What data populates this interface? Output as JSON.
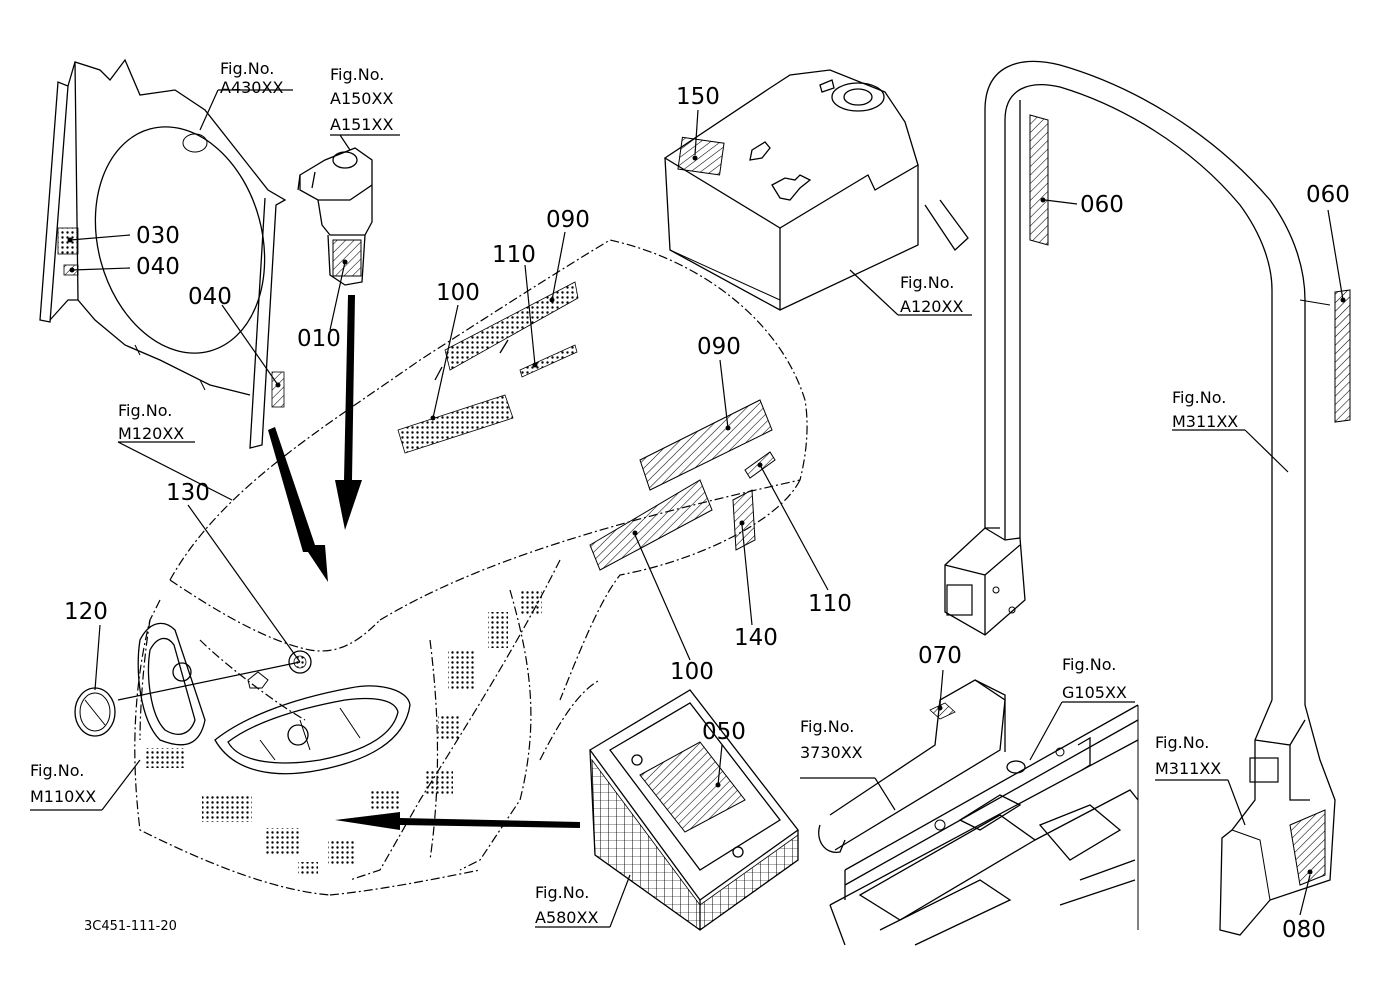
{
  "drawing_code": "3C451-111-20",
  "fig_prefix": "Fig.No.",
  "fig_refs": {
    "radiator": "A430XX",
    "fuel_filter_1": "A150XX",
    "fuel_filter_2": "A151XX",
    "fuel_tank": "A120XX",
    "hood": "M120XX",
    "front_grille": "M110XX",
    "rops_upper": "M311XX",
    "rops_lower": "M311XX",
    "floor_plate": "3730XX",
    "frame": "G105XX",
    "battery": "A580XX"
  },
  "part_numbers": {
    "p010": "010",
    "p030": "030",
    "p040a": "040",
    "p040b": "040",
    "p050": "050",
    "p060a": "060",
    "p060b": "060",
    "p070": "070",
    "p080": "080",
    "p090a": "090",
    "p090b": "090",
    "p100a": "100",
    "p100b": "100",
    "p110a": "110",
    "p110b": "110",
    "p120": "120",
    "p130": "130",
    "p140": "140",
    "p150": "150"
  }
}
